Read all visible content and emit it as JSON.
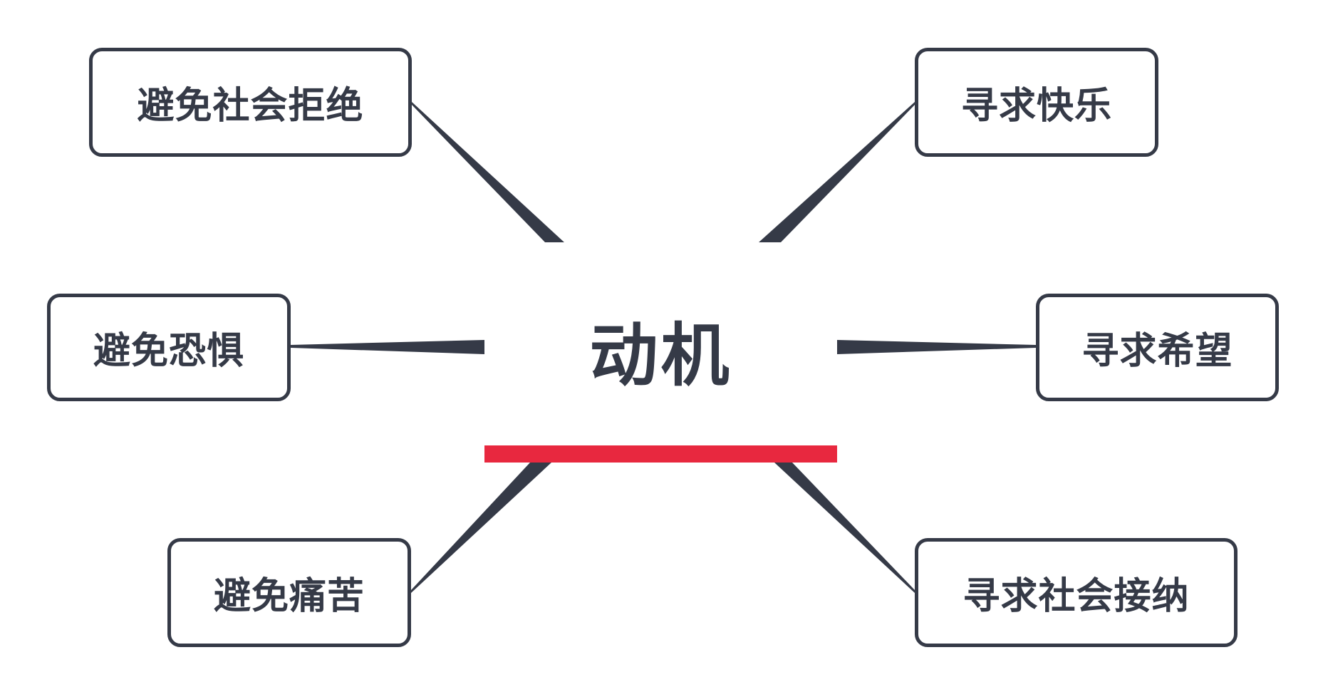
{
  "colors": {
    "line": "#353a47",
    "accent": "#e8283f",
    "background": "#ffffff"
  },
  "central": {
    "label": "动机"
  },
  "nodes": {
    "top_left": "避免社会拒绝",
    "mid_left": "避免恐惧",
    "bottom_left": "避免痛苦",
    "top_right": "寻求快乐",
    "mid_right": "寻求希望",
    "bottom_right": "寻求社会接纳"
  }
}
